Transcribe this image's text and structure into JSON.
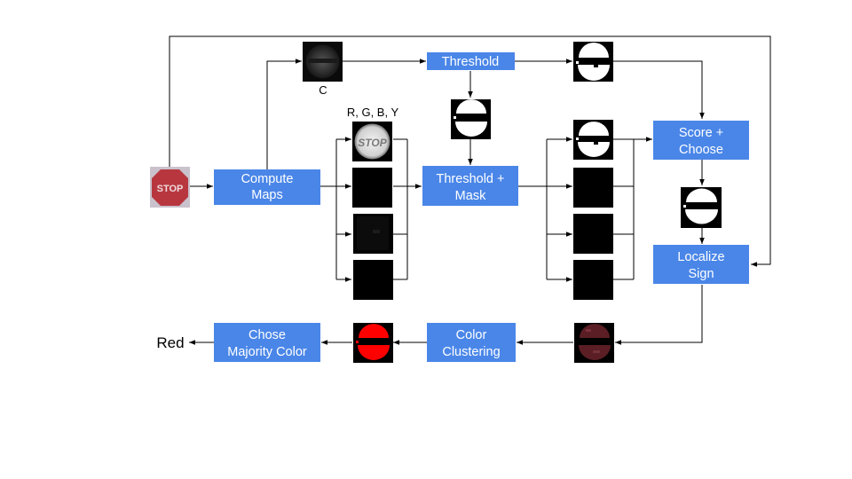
{
  "labels": {
    "c": "C",
    "rgby": "R, G, B, Y",
    "output": "Red"
  },
  "boxes": {
    "compute_maps": [
      "Compute",
      "Maps"
    ],
    "threshold": [
      "Threshold"
    ],
    "threshold_mask": [
      "Threshold +",
      "Mask"
    ],
    "score_choose": [
      "Score +",
      "Choose"
    ],
    "localize_sign": [
      "Localize",
      "Sign"
    ],
    "color_clustering": [
      "Color",
      "Clustering"
    ],
    "majority_color": [
      "Chose",
      "Majority Color"
    ]
  },
  "images": {
    "stop_sign_text": "STOP"
  },
  "colors": {
    "box_fill": "#4a86e8",
    "box_text": "#ffffff",
    "stop_red": "#b8373f",
    "clustered_red": "#ff0000",
    "masked_sign": "#5a1e24"
  }
}
